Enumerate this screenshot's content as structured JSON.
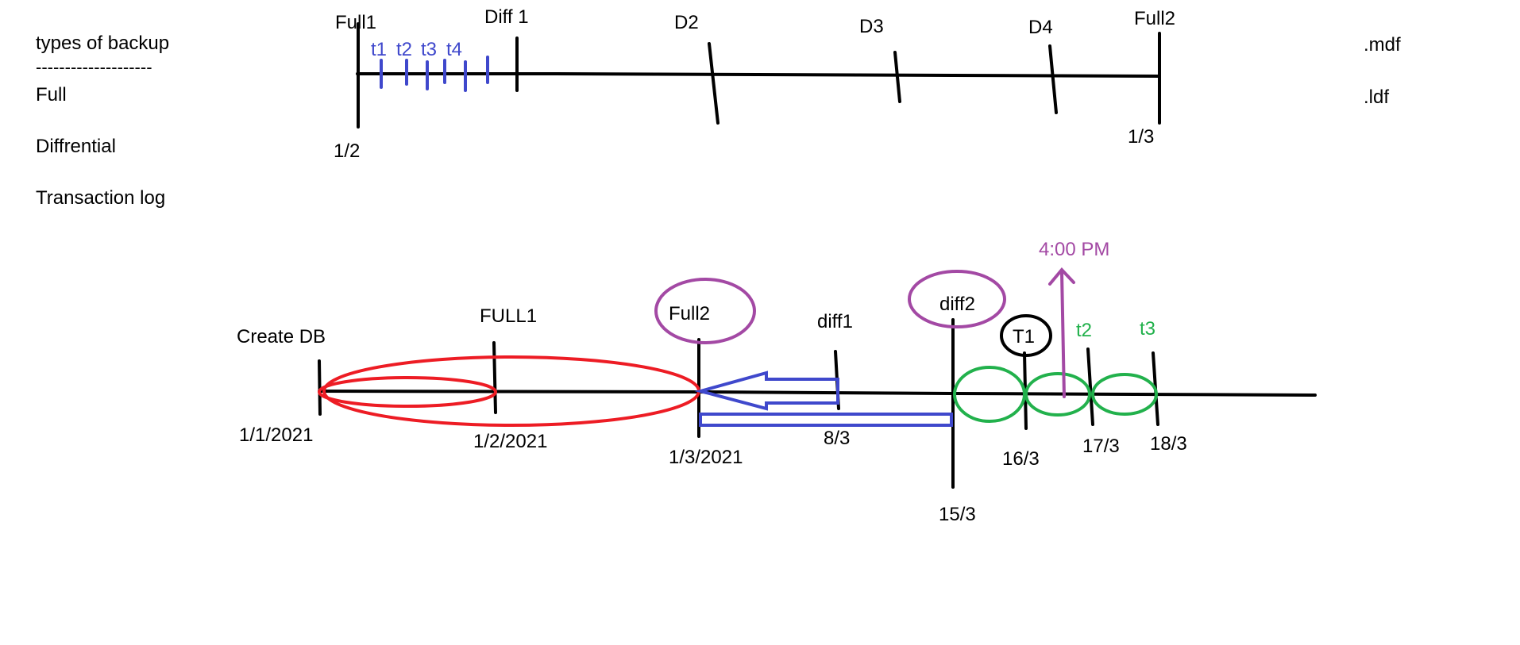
{
  "colors": {
    "ink": "#000000",
    "blue": "#3f48cc",
    "red": "#ed1c24",
    "purple": "#a349a4",
    "green": "#22b14c"
  },
  "left_list": {
    "heading": "types of backup",
    "divider": "--------------------",
    "items": [
      "Full",
      "Diffrential",
      "Transaction log"
    ]
  },
  "file_types": [
    ".mdf",
    ".ldf"
  ],
  "top_timeline": {
    "full1": "Full1",
    "diff1": "Diff 1",
    "d2": "D2",
    "d3": "D3",
    "d4": "D4",
    "full2": "Full2",
    "logs": [
      "t1",
      "t2",
      "t3",
      "t4"
    ],
    "start_date": "1/2",
    "end_date": "1/3"
  },
  "bottom_timeline": {
    "create_db": "Create DB",
    "create_date": "1/1/2021",
    "full1": "FULL1",
    "full1_date": "1/2/2021",
    "full2": "Full2",
    "full2_date": "1/3/2021",
    "diff1": "diff1",
    "diff1_date": "8/3",
    "diff2": "diff2",
    "diff2_date": "15/3",
    "t1": "T1",
    "t1_date": "16/3",
    "t2": "t2",
    "t2_date": "17/3",
    "t3": "t3",
    "t3_date": "18/3",
    "time_marker": "4:00 PM"
  }
}
